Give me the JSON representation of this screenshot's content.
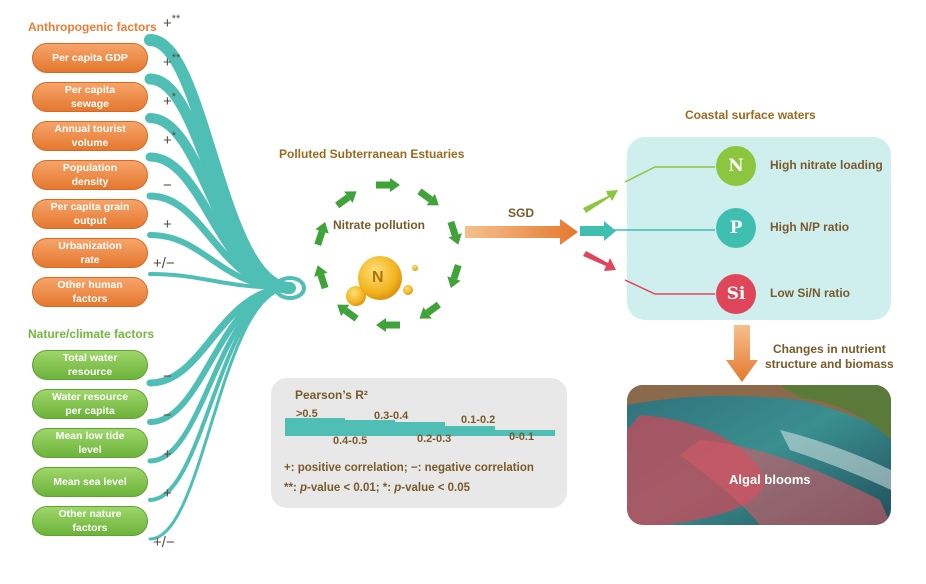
{
  "left": {
    "anthropogenic_title": "Anthropogenic factors",
    "nature_title": "Nature/climate factors",
    "human_factors": [
      {
        "label": "Per capita GDP",
        "sign": "+",
        "sig": "**"
      },
      {
        "label": "Per capita\nsewage",
        "sign": "+",
        "sig": "**"
      },
      {
        "label": "Annual tourist\nvolume",
        "sign": "+",
        "sig": "*"
      },
      {
        "label": "Population\ndensity",
        "sign": "+",
        "sig": "*"
      },
      {
        "label": "Per capita grain\noutput",
        "sign": "−",
        "sig": ""
      },
      {
        "label": "Urbanization\nrate",
        "sign": "+",
        "sig": ""
      },
      {
        "label": "Other human\nfactors",
        "sign": "+/−",
        "sig": ""
      }
    ],
    "nature_factors": [
      {
        "label": "Total water\nresource",
        "sign": "−"
      },
      {
        "label": "Water resource\nper capita",
        "sign": "−"
      },
      {
        "label": "Mean low tide\nlevel",
        "sign": "+"
      },
      {
        "label": "Mean sea level",
        "sign": "+"
      },
      {
        "label": "Other nature\nfactors",
        "sign": "+/−"
      }
    ]
  },
  "center": {
    "title": "Polluted Subterranean Estuaries",
    "cycle_label": "Nitrate pollution",
    "nitrogen_symbol": "N",
    "sgd_label": "SGD"
  },
  "legend": {
    "title": "Pearson’s R²",
    "bins_top": [
      ">0.5",
      "0.3-0.4",
      "0.1-0.2"
    ],
    "bins_bottom": [
      "0.4-0.5",
      "0.2-0.3",
      "0-0.1"
    ],
    "line1": "+: positive correlation;  −: negative correlation",
    "line2_a": "**: ",
    "line2_b": "p",
    "line2_c": "-value < 0.01;  *: ",
    "line2_d": "p",
    "line2_e": "-value < 0.05"
  },
  "right": {
    "title": "Coastal surface waters",
    "items": [
      {
        "symbol": "N",
        "label": "High nitrate loading",
        "color": "#8cc63f"
      },
      {
        "symbol": "P",
        "label": "High N/P ratio",
        "color": "#3fbfb0"
      },
      {
        "symbol": "Si",
        "label": "Low Si/N ratio",
        "color": "#e0465a"
      }
    ],
    "change_label": "Changes in nutrient\nstructure and biomass",
    "photo_label": "Algal blooms"
  },
  "colors": {
    "flow": "#4fbfb5",
    "human": "#e97d35",
    "nature": "#72b83f",
    "title_human": "#e97d35",
    "title_nature": "#72b83f",
    "title_brown": "#9a6a1e",
    "cycle": "#3fa33a",
    "arrow_orange": "#e5842f"
  }
}
